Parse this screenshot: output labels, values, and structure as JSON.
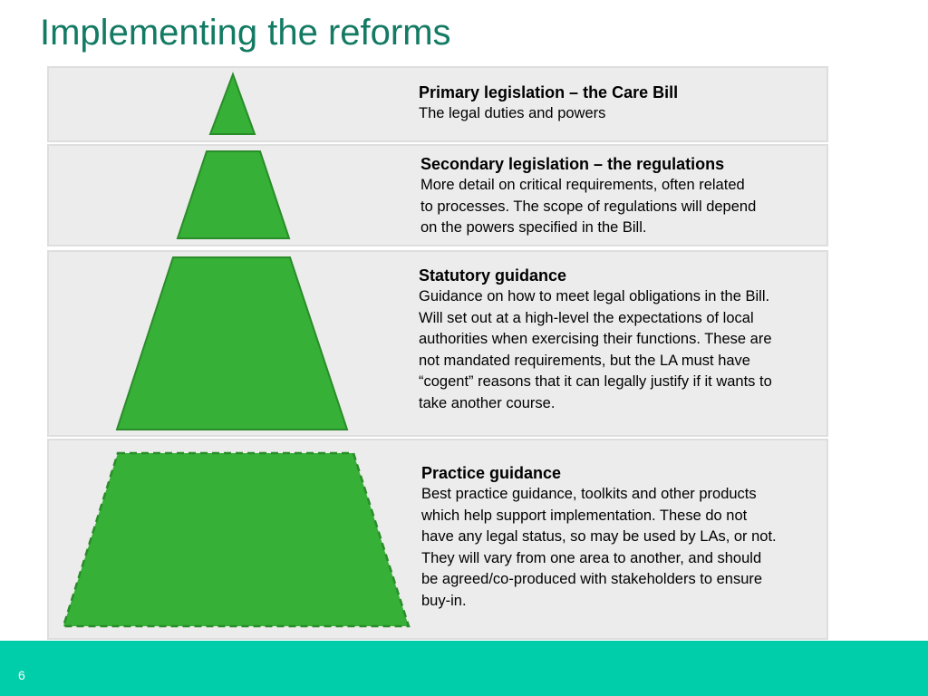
{
  "slide": {
    "title": "Implementing the reforms",
    "page_number": "6"
  },
  "colors": {
    "title": "#137a63",
    "pyramid_fill": "#36b036",
    "pyramid_stroke": "#2a8c2a",
    "band_background": "#ececec",
    "footer": "#00cdaa"
  },
  "levels": [
    {
      "heading": "Primary legislation – the Care Bill",
      "body": "The legal duties and powers"
    },
    {
      "heading": "Secondary legislation – the regulations",
      "body": "More detail on critical requirements, often related\nto processes.  The scope of regulations will depend\non the powers specified in the Bill."
    },
    {
      "heading": "Statutory guidance",
      "body": "Guidance on how to meet legal obligations in the Bill.\nWill set out at a high-level the expectations of local\nauthorities when exercising their functions.  These are\nnot mandated requirements, but the LA must have\n“cogent” reasons that it can legally justify if it wants to\ntake another course."
    },
    {
      "heading": "Practice guidance",
      "body": "Best practice guidance, toolkits and other products\nwhich help support implementation. These do not\nhave any legal status, so may be used by LAs, or not.\nThey will vary from one area to another, and should\nbe agreed/co-produced with stakeholders to ensure\nbuy-in."
    }
  ]
}
